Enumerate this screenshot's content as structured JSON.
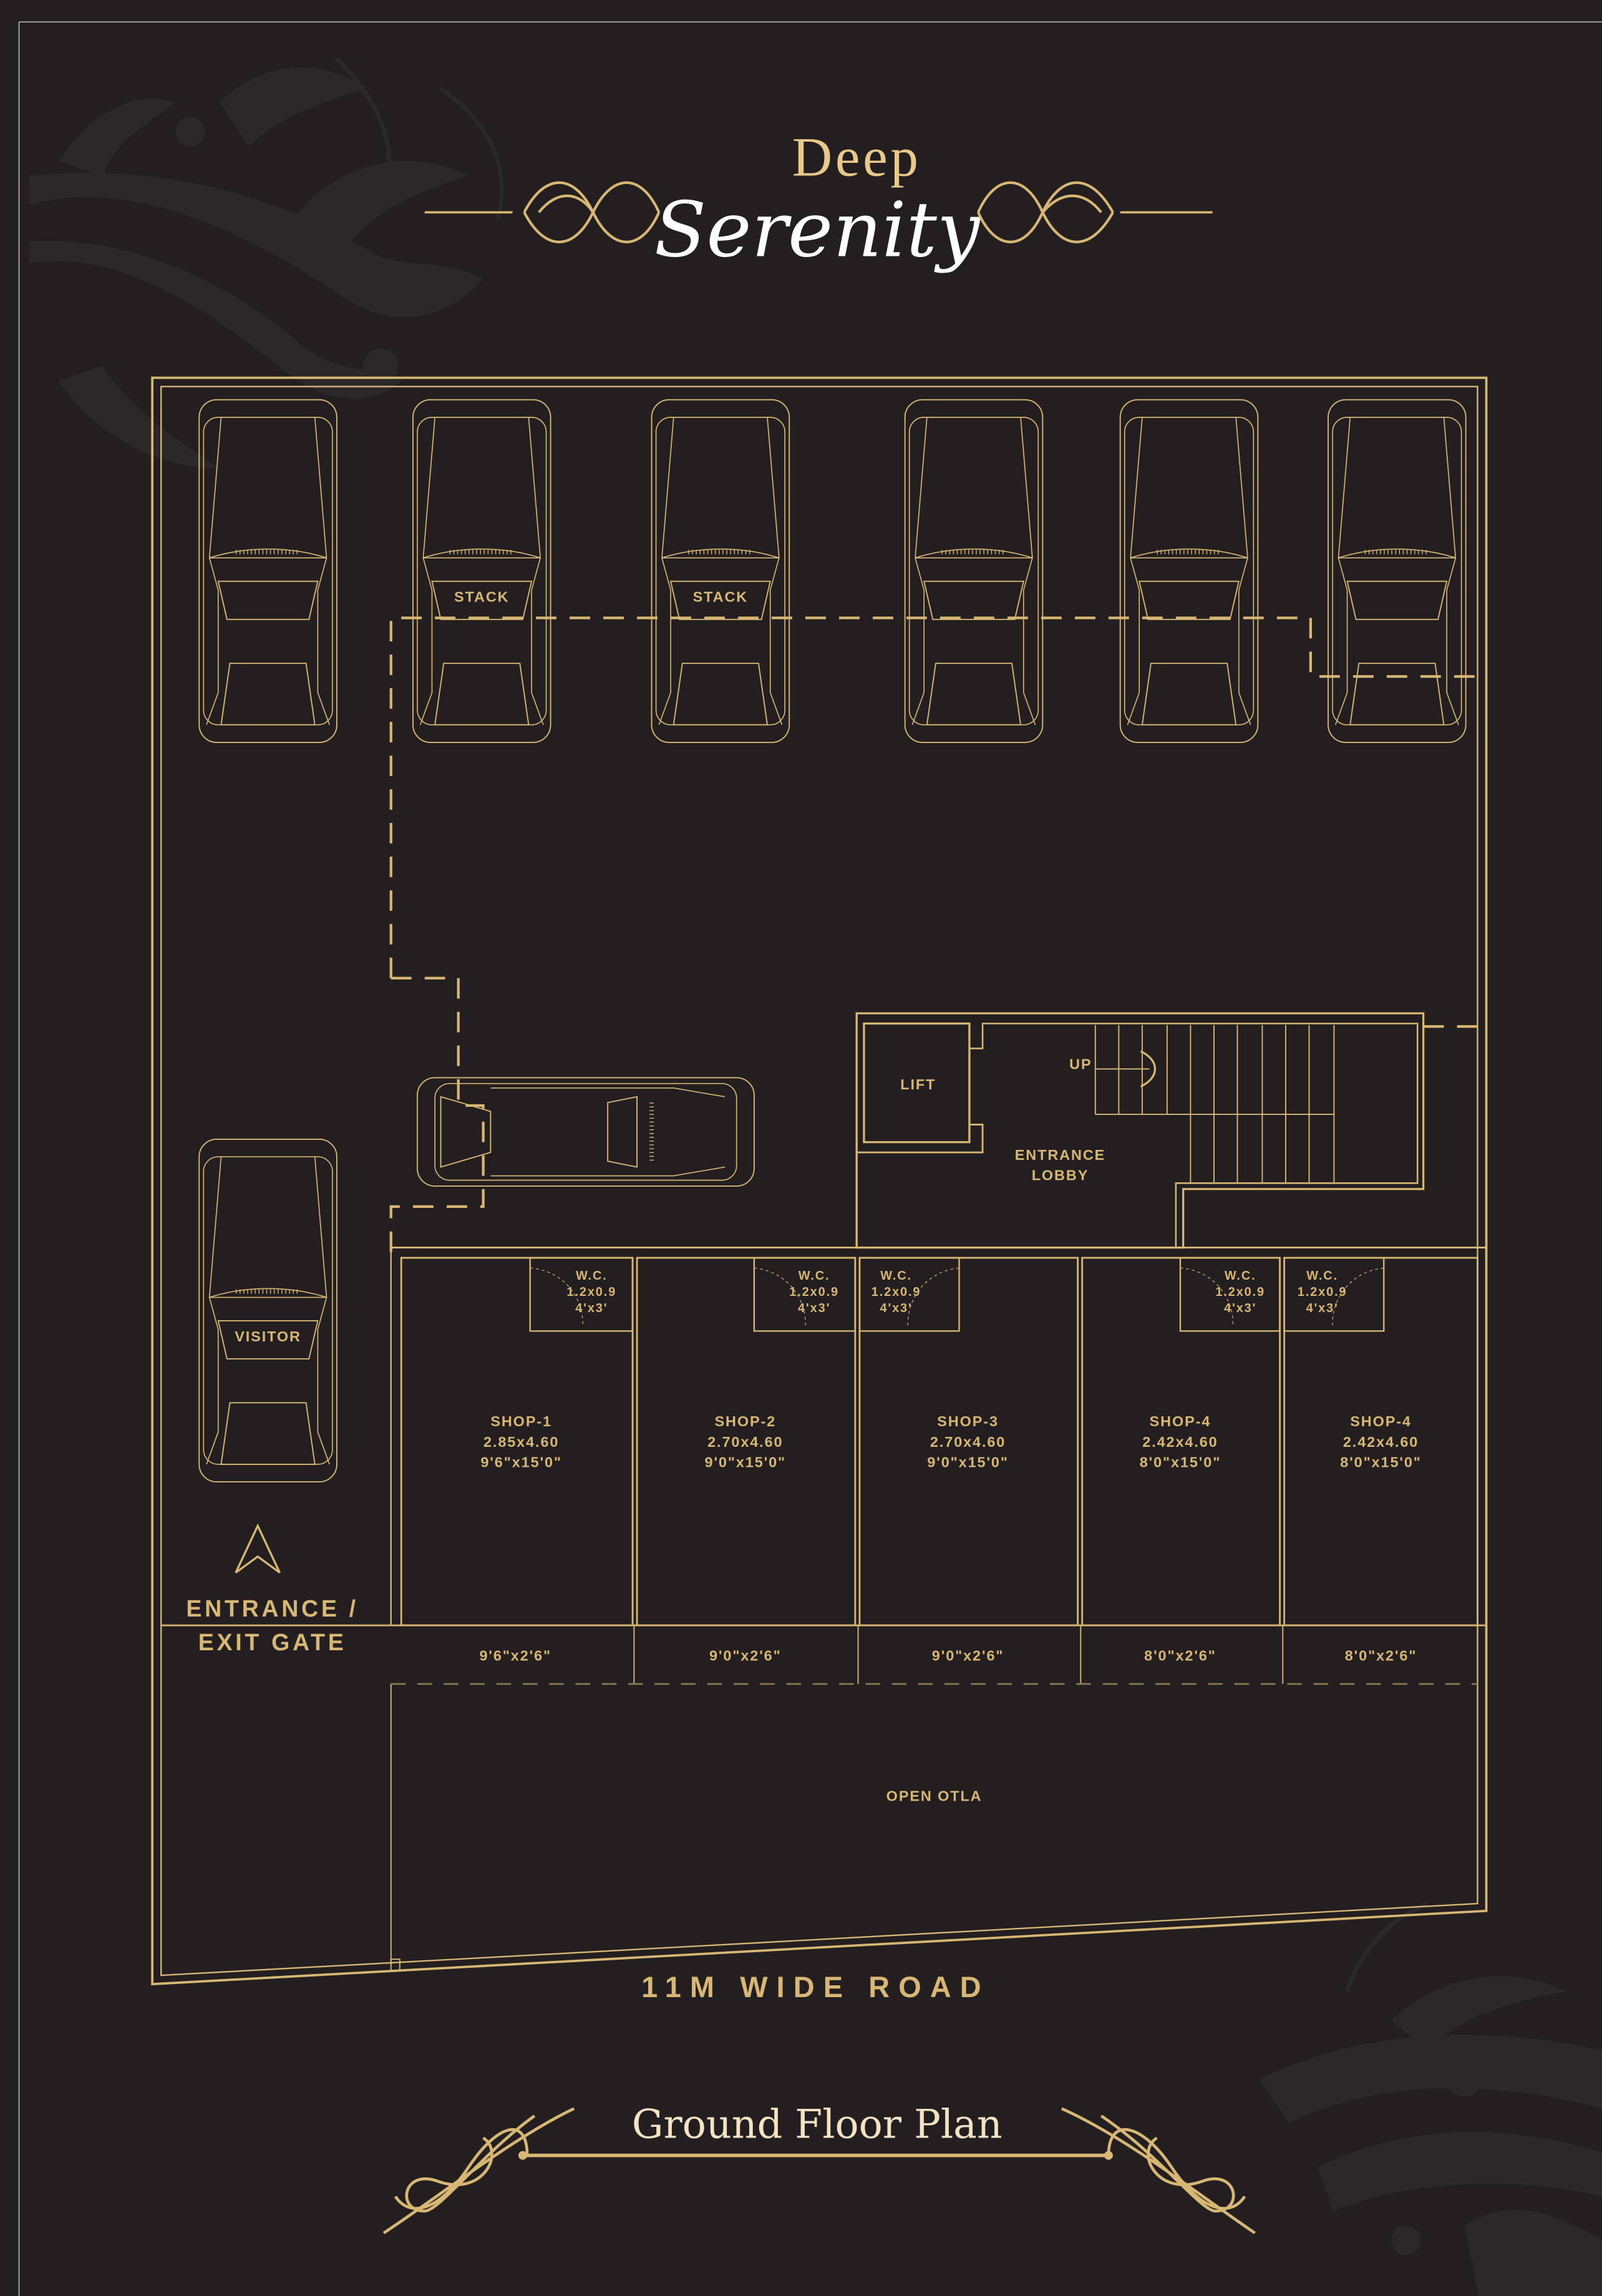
{
  "branding": {
    "title_top": "Deep",
    "title_script": "Serenity"
  },
  "plan_title": "Ground Floor Plan",
  "road_label": "11M WIDE ROAD",
  "colors": {
    "background": "#231f20",
    "gold": "#d8b673",
    "title_gold": "#e9c98a",
    "title_white": "#ffffff",
    "flourish": "#2c292a"
  },
  "parking": {
    "cars": [
      {
        "label": ""
      },
      {
        "label": "STACK"
      },
      {
        "label": "STACK"
      },
      {
        "label": ""
      },
      {
        "label": ""
      },
      {
        "label": ""
      }
    ],
    "visitor_label": "VISITOR",
    "entrance_label_line1": "ENTRANCE /",
    "entrance_label_line2": "EXIT GATE"
  },
  "core": {
    "lift_label": "LIFT",
    "up_label": "UP",
    "lobby_line1": "ENTRANCE",
    "lobby_line2": "LOBBY"
  },
  "wc": {
    "label": "W.C.",
    "metric": "1.2x0.9",
    "imperial": "4'x3'"
  },
  "shops": [
    {
      "name": "SHOP-1",
      "metric": "2.85x4.60",
      "imperial": "9'6\"x15'0\"",
      "otla": "9'6\"x2'6\""
    },
    {
      "name": "SHOP-2",
      "metric": "2.70x4.60",
      "imperial": "9'0\"x15'0\"",
      "otla": "9'0\"x2'6\""
    },
    {
      "name": "SHOP-3",
      "metric": "2.70x4.60",
      "imperial": "9'0\"x15'0\"",
      "otla": "9'0\"x2'6\""
    },
    {
      "name": "SHOP-4",
      "metric": "2.42x4.60",
      "imperial": "8'0\"x15'0\"",
      "otla": "8'0\"x2'6\""
    },
    {
      "name": "SHOP-4",
      "metric": "2.42x4.60",
      "imperial": "8'0\"x15'0\"",
      "otla": "8'0\"x2'6\""
    }
  ],
  "open_otla_label": "OPEN OTLA"
}
